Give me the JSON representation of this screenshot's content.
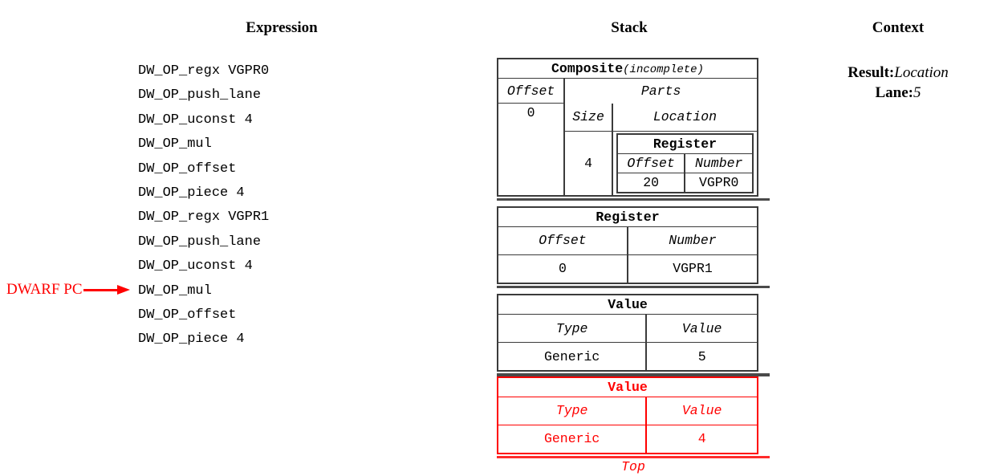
{
  "headers": {
    "expression": "Expression",
    "stack": "Stack",
    "context": "Context"
  },
  "expression": {
    "lines": [
      "DW_OP_regx VGPR0",
      "DW_OP_push_lane",
      "DW_OP_uconst 4",
      "DW_OP_mul",
      "DW_OP_offset",
      "DW_OP_piece 4",
      "DW_OP_regx VGPR1",
      "DW_OP_push_lane",
      "DW_OP_uconst 4",
      "DW_OP_mul",
      "DW_OP_offset",
      "DW_OP_piece 4"
    ],
    "pc_marker": {
      "label": "DWARF PC",
      "points_at_line_index": 9,
      "color": "#ff0000"
    }
  },
  "stack": {
    "entries": [
      {
        "kind": "composite",
        "title": "Composite",
        "title_note": "(incomplete)",
        "offset_header": "Offset",
        "offset_value": "0",
        "parts_header": "Parts",
        "size_header": "Size",
        "location_header": "Location",
        "part": {
          "size": "4",
          "location": {
            "title": "Register",
            "offset_header": "Offset",
            "number_header": "Number",
            "offset_value": "20",
            "number_value": "VGPR0"
          }
        }
      },
      {
        "kind": "register",
        "title": "Register",
        "col1_header": "Offset",
        "col2_header": "Number",
        "col1_value": "0",
        "col2_value": "VGPR1"
      },
      {
        "kind": "value",
        "title": "Value",
        "col1_header": "Type",
        "col2_header": "Value",
        "col1_value": "Generic",
        "col2_value": "5"
      },
      {
        "kind": "value",
        "title": "Value",
        "col1_header": "Type",
        "col2_header": "Value",
        "col1_value": "Generic",
        "col2_value": "4",
        "highlight": true,
        "highlight_color": "#ff0000",
        "top_label": "Top"
      }
    ]
  },
  "context": {
    "result_key": "Result:",
    "result_value": "Location",
    "lane_key": "Lane:",
    "lane_value": "5"
  }
}
